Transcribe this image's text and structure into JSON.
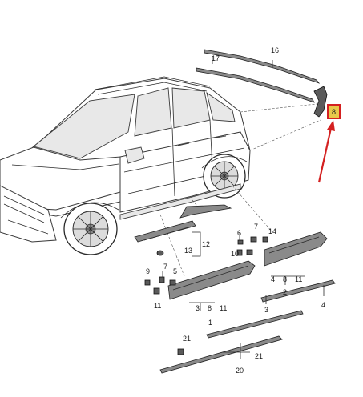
{
  "callouts": {
    "c16": "16",
    "c17": "17",
    "c8_top": "8",
    "c12": "12",
    "c13": "13",
    "c7a": "7",
    "c6a": "6",
    "c14a": "14",
    "c10a": "10",
    "c9a": "9",
    "c5a": "5",
    "c11a": "11",
    "c4b": "4",
    "c8b": "8",
    "c11b": "11",
    "c2": "2",
    "c4c": "4",
    "c3a": "3",
    "c8c": "8",
    "c11c": "11",
    "c1": "1",
    "c3b": "3",
    "c21a": "21",
    "c21b": "21",
    "c20": "20"
  },
  "colors": {
    "highlight_box": "#e8c84a",
    "highlight_border": "#d42020",
    "arrow": "#d42020"
  }
}
